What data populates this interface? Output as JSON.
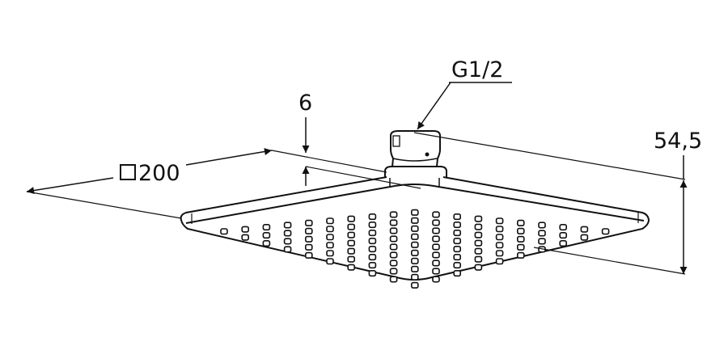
{
  "dimensions": {
    "width_label": "200",
    "width_symbol": "square",
    "thickness_label": "6",
    "thread_label": "G1/2",
    "height_label": "54,5"
  },
  "colors": {
    "line": "#111111",
    "background": "#ffffff"
  }
}
